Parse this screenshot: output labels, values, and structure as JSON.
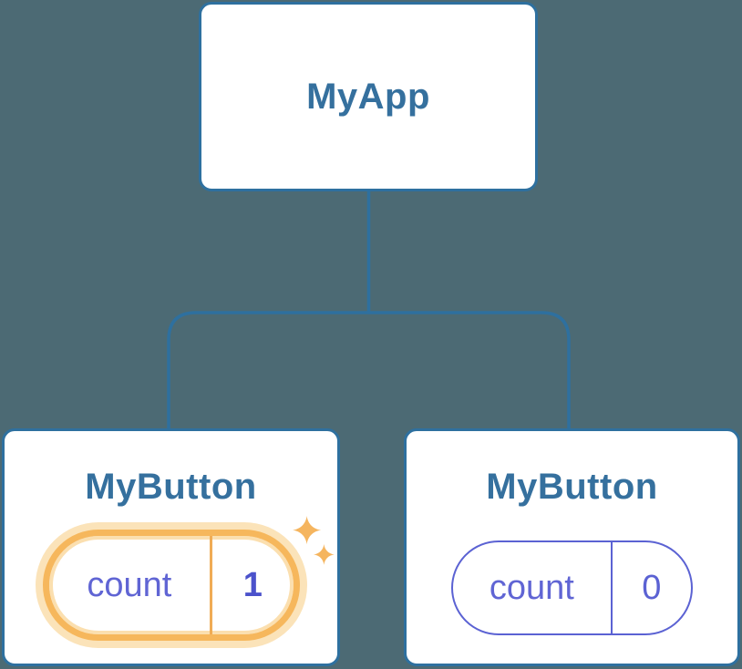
{
  "tree": {
    "root": {
      "label": "MyApp"
    },
    "children": [
      {
        "label": "MyButton",
        "state": {
          "name": "count",
          "value": "1"
        },
        "updated": true
      },
      {
        "label": "MyButton",
        "state": {
          "name": "count",
          "value": "0"
        },
        "updated": false
      }
    ]
  },
  "icons": {
    "sparkle": "four-point-star-sparkles"
  },
  "colors": {
    "background": "#4C6A74",
    "card_fill": "#FFFFFF",
    "card_border": "#2E709F",
    "connector_line": "#2E709F",
    "title_text": "#35709E",
    "state_label_text": "#6065D4",
    "state_value_text": "#5B62D3",
    "state_value_updated_text": "#4B52CB",
    "highlight_border": "#F6B75C",
    "highlight_glow": "#FBE3B9",
    "highlight_divider": "#F0AC55",
    "sparkle": "#F5B55F"
  }
}
